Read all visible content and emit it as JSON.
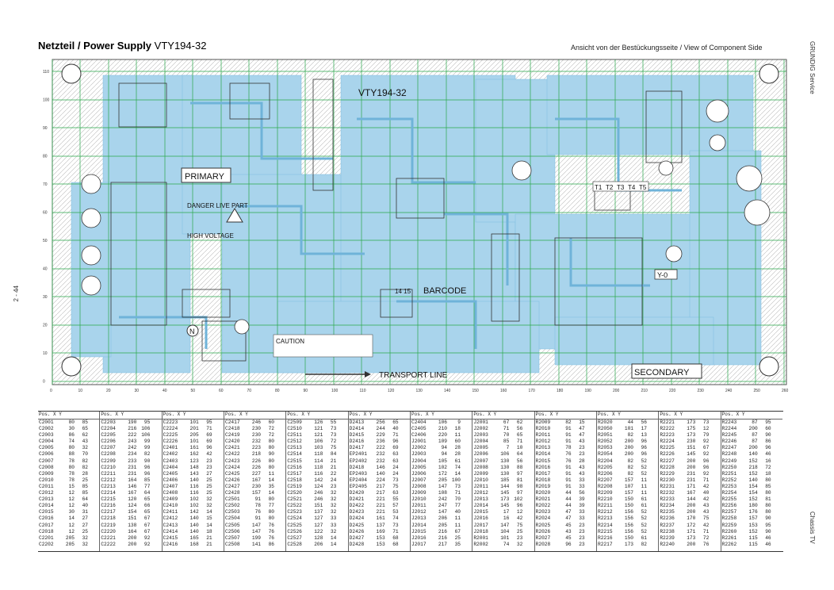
{
  "header": {
    "title_bold": "Netzteil / Power Supply",
    "title_model": "VTY194-32",
    "view_label": "Ansicht von der Bestückungsseite / View of Component Side",
    "side_top": "GRUNDIG Service",
    "side_bottom": "Chassis TV",
    "page_number": "2 - 44"
  },
  "board": {
    "labels": {
      "model": "VTY194-32",
      "primary": "PRIMARY",
      "secondary": "SECONDARY",
      "barcode": "BARCODE",
      "transport": "TRANSPORT LINE",
      "voltage": "HIGH VOLTAGE",
      "danger": "DANGER LIVE PART",
      "caution": "CAUTION",
      "yo": "Y-0",
      "n": "N",
      "t1": "T1",
      "t2": "T2",
      "t3": "T3",
      "t4": "T4",
      "t5": "T5",
      "code": "14 15"
    },
    "x_ticks": [
      "0",
      "10",
      "20",
      "30",
      "40",
      "50",
      "60",
      "70",
      "80",
      "90",
      "100",
      "110",
      "120",
      "130",
      "140",
      "150",
      "160",
      "170",
      "180",
      "190",
      "200",
      "210",
      "220",
      "230",
      "240",
      "250",
      "260"
    ],
    "y_ticks": [
      "110",
      "100",
      "90",
      "80",
      "70",
      "60",
      "50",
      "40",
      "30",
      "20",
      "10",
      "0"
    ]
  },
  "table": {
    "header": [
      "Pos.",
      "X",
      "Y"
    ],
    "columns": [
      [
        [
          "C2001",
          "80",
          "85"
        ],
        [
          "C2002",
          "30",
          "65"
        ],
        [
          "C2003",
          "86",
          "62"
        ],
        [
          "C2004",
          "74",
          "43"
        ],
        [
          "C2005",
          "80",
          "32"
        ],
        [
          "C2006",
          "88",
          "70"
        ],
        [
          "C2007",
          "78",
          "82"
        ],
        [
          "C2008",
          "80",
          "82"
        ],
        [
          "C2009",
          "78",
          "28"
        ],
        [
          "C2010",
          "78",
          "25"
        ],
        [
          "C2011",
          "15",
          "85"
        ],
        [
          "C2012",
          "12",
          "85"
        ],
        [
          "C2013",
          "12",
          "64"
        ],
        [
          "C2014",
          "12",
          "40"
        ],
        [
          "C2015",
          "30",
          "31"
        ],
        [
          "C2016",
          "14",
          "27"
        ],
        [
          "C2017",
          "12",
          "27"
        ],
        [
          "C2018",
          "12",
          "25"
        ],
        [
          "C2201",
          "205",
          "32"
        ],
        [
          "C2202",
          "205",
          "32"
        ]
      ],
      [
        [
          "C2203",
          "190",
          "95"
        ],
        [
          "C2204",
          "216",
          "106"
        ],
        [
          "C2205",
          "222",
          "106"
        ],
        [
          "C2206",
          "243",
          "99"
        ],
        [
          "C2207",
          "242",
          "99"
        ],
        [
          "C2208",
          "234",
          "82"
        ],
        [
          "C2209",
          "233",
          "90"
        ],
        [
          "C2210",
          "231",
          "96"
        ],
        [
          "C2211",
          "231",
          "96"
        ],
        [
          "C2212",
          "164",
          "85"
        ],
        [
          "C2213",
          "146",
          "77"
        ],
        [
          "C2214",
          "167",
          "64"
        ],
        [
          "C2215",
          "120",
          "65"
        ],
        [
          "C2216",
          "124",
          "66"
        ],
        [
          "C2217",
          "154",
          "65"
        ],
        [
          "C2218",
          "151",
          "67"
        ],
        [
          "C2219",
          "138",
          "67"
        ],
        [
          "C2220",
          "164",
          "67"
        ],
        [
          "C2221",
          "200",
          "92"
        ],
        [
          "C2222",
          "200",
          "92"
        ]
      ],
      [
        [
          "C2223",
          "101",
          "95"
        ],
        [
          "C2224",
          "201",
          "71"
        ],
        [
          "C2225",
          "205",
          "69"
        ],
        [
          "C2226",
          "101",
          "69"
        ],
        [
          "C2401",
          "161",
          "96"
        ],
        [
          "C2402",
          "162",
          "42"
        ],
        [
          "C2403",
          "123",
          "23"
        ],
        [
          "C2404",
          "148",
          "23"
        ],
        [
          "C2405",
          "143",
          "27"
        ],
        [
          "C2406",
          "140",
          "25"
        ],
        [
          "C2407",
          "116",
          "25"
        ],
        [
          "C2408",
          "116",
          "25"
        ],
        [
          "C2409",
          "102",
          "32"
        ],
        [
          "C2410",
          "102",
          "32"
        ],
        [
          "C2411",
          "142",
          "14"
        ],
        [
          "C2412",
          "140",
          "15"
        ],
        [
          "C2413",
          "140",
          "14"
        ],
        [
          "C2414",
          "140",
          "18"
        ],
        [
          "C2415",
          "165",
          "21"
        ],
        [
          "C2416",
          "168",
          "21"
        ]
      ],
      [
        [
          "C2417",
          "246",
          "60"
        ],
        [
          "C2418",
          "230",
          "72"
        ],
        [
          "C2419",
          "230",
          "72"
        ],
        [
          "C2420",
          "232",
          "80"
        ],
        [
          "C2421",
          "223",
          "80"
        ],
        [
          "C2422",
          "218",
          "90"
        ],
        [
          "C2423",
          "226",
          "80"
        ],
        [
          "C2424",
          "226",
          "80"
        ],
        [
          "C2425",
          "227",
          "11"
        ],
        [
          "C2426",
          "167",
          "14"
        ],
        [
          "C2427",
          "230",
          "35"
        ],
        [
          "C2428",
          "157",
          "14"
        ],
        [
          "C2501",
          "91",
          "80"
        ],
        [
          "C2502",
          "78",
          "77"
        ],
        [
          "C2503",
          "76",
          "80"
        ],
        [
          "C2504",
          "91",
          "80"
        ],
        [
          "C2505",
          "147",
          "76"
        ],
        [
          "C2506",
          "147",
          "76"
        ],
        [
          "C2507",
          "199",
          "76"
        ],
        [
          "C2508",
          "141",
          "86"
        ]
      ],
      [
        [
          "C2509",
          "126",
          "55"
        ],
        [
          "C2510",
          "121",
          "73"
        ],
        [
          "C2511",
          "121",
          "73"
        ],
        [
          "C2512",
          "106",
          "72"
        ],
        [
          "C2513",
          "103",
          "75"
        ],
        [
          "C2514",
          "118",
          "84"
        ],
        [
          "C2515",
          "114",
          "21"
        ],
        [
          "C2516",
          "118",
          "21"
        ],
        [
          "C2517",
          "116",
          "22"
        ],
        [
          "C2518",
          "142",
          "24"
        ],
        [
          "C2519",
          "124",
          "23"
        ],
        [
          "C2520",
          "246",
          "32"
        ],
        [
          "C2521",
          "246",
          "32"
        ],
        [
          "C2522",
          "151",
          "32"
        ],
        [
          "C2523",
          "137",
          "32"
        ],
        [
          "C2524",
          "127",
          "33"
        ],
        [
          "C2525",
          "127",
          "33"
        ],
        [
          "C2526",
          "122",
          "32"
        ],
        [
          "C2527",
          "128",
          "14"
        ],
        [
          "C2528",
          "206",
          "14"
        ]
      ],
      [
        [
          "D2413",
          "256",
          "65"
        ],
        [
          "D2414",
          "244",
          "40"
        ],
        [
          "D2415",
          "229",
          "71"
        ],
        [
          "D2416",
          "236",
          "96"
        ],
        [
          "D2417",
          "222",
          "69"
        ],
        [
          "EP2401",
          "232",
          "63"
        ],
        [
          "EP2402",
          "232",
          "63"
        ],
        [
          "D2418",
          "146",
          "24"
        ],
        [
          "EP2403",
          "140",
          "24"
        ],
        [
          "EP2404",
          "224",
          "73"
        ],
        [
          "EP2405",
          "217",
          "75"
        ],
        [
          "D2420",
          "217",
          "63"
        ],
        [
          "D2421",
          "221",
          "55"
        ],
        [
          "D2422",
          "221",
          "57"
        ],
        [
          "D2423",
          "221",
          "53"
        ],
        [
          "D2424",
          "161",
          "74"
        ],
        [
          "D2425",
          "137",
          "73"
        ],
        [
          "D2426",
          "169",
          "71"
        ],
        [
          "D2427",
          "153",
          "68"
        ],
        [
          "D2428",
          "153",
          "68"
        ]
      ],
      [
        [
          "C2404",
          "106",
          "9"
        ],
        [
          "C2405",
          "210",
          "18"
        ],
        [
          "C2406",
          "220",
          "11"
        ],
        [
          "J2001",
          "109",
          "60"
        ],
        [
          "J2002",
          "94",
          "28"
        ],
        [
          "J2003",
          "94",
          "28"
        ],
        [
          "J2004",
          "105",
          "61"
        ],
        [
          "J2005",
          "102",
          "74"
        ],
        [
          "J2006",
          "172",
          "14"
        ],
        [
          "J2007",
          "205",
          "100"
        ],
        [
          "J2008",
          "147",
          "73"
        ],
        [
          "J2009",
          "108",
          "71"
        ],
        [
          "J2010",
          "242",
          "70"
        ],
        [
          "J2011",
          "247",
          "77"
        ],
        [
          "J2012",
          "147",
          "40"
        ],
        [
          "J2013",
          "206",
          "11"
        ],
        [
          "J2014",
          "205",
          "11"
        ],
        [
          "J2015",
          "216",
          "67"
        ],
        [
          "J2016",
          "216",
          "25"
        ],
        [
          "J2017",
          "217",
          "35"
        ]
      ],
      [
        [
          "J2001",
          "67",
          "62"
        ],
        [
          "J2002",
          "71",
          "56"
        ],
        [
          "J2003",
          "70",
          "65"
        ],
        [
          "J2004",
          "85",
          "71"
        ],
        [
          "J2005",
          "7",
          "10"
        ],
        [
          "J2006",
          "106",
          "64"
        ],
        [
          "J2007",
          "130",
          "56"
        ],
        [
          "J2008",
          "130",
          "88"
        ],
        [
          "J2009",
          "130",
          "97"
        ],
        [
          "J2010",
          "185",
          "81"
        ],
        [
          "J2011",
          "144",
          "98"
        ],
        [
          "J2012",
          "145",
          "97"
        ],
        [
          "J2013",
          "173",
          "102"
        ],
        [
          "J2014",
          "145",
          "96"
        ],
        [
          "J2015",
          "17",
          "12"
        ],
        [
          "J2016",
          "16",
          "42"
        ],
        [
          "J2017",
          "147",
          "75"
        ],
        [
          "J2018",
          "104",
          "25"
        ],
        [
          "R2001",
          "101",
          "23"
        ],
        [
          "R2002",
          "74",
          "32"
        ]
      ],
      [
        [
          "R2009",
          "82",
          "15"
        ],
        [
          "R2010",
          "91",
          "47"
        ],
        [
          "R2011",
          "91",
          "47"
        ],
        [
          "R2012",
          "91",
          "43"
        ],
        [
          "R2013",
          "78",
          "23"
        ],
        [
          "R2014",
          "76",
          "23"
        ],
        [
          "R2015",
          "76",
          "28"
        ],
        [
          "R2016",
          "91",
          "43"
        ],
        [
          "R2017",
          "91",
          "43"
        ],
        [
          "R2018",
          "91",
          "33"
        ],
        [
          "R2019",
          "91",
          "33"
        ],
        [
          "R2020",
          "44",
          "56"
        ],
        [
          "R2021",
          "44",
          "39"
        ],
        [
          "R2022",
          "44",
          "39"
        ],
        [
          "R2023",
          "47",
          "33"
        ],
        [
          "R2024",
          "47",
          "33"
        ],
        [
          "R2025",
          "45",
          "23"
        ],
        [
          "R2026",
          "43",
          "23"
        ],
        [
          "R2027",
          "45",
          "23"
        ],
        [
          "R2028",
          "96",
          "23"
        ]
      ],
      [
        [
          "R2020",
          "44",
          "56"
        ],
        [
          "R2050",
          "101",
          "17"
        ],
        [
          "R2051",
          "82",
          "13"
        ],
        [
          "R2052",
          "200",
          "96"
        ],
        [
          "R2053",
          "200",
          "96"
        ],
        [
          "R2054",
          "200",
          "96"
        ],
        [
          "R2204",
          "82",
          "52"
        ],
        [
          "R2205",
          "82",
          "52"
        ],
        [
          "R2206",
          "82",
          "52"
        ],
        [
          "R2207",
          "157",
          "11"
        ],
        [
          "R2208",
          "107",
          "11"
        ],
        [
          "R2209",
          "157",
          "11"
        ],
        [
          "R2210",
          "150",
          "61"
        ],
        [
          "R2211",
          "150",
          "61"
        ],
        [
          "R2212",
          "156",
          "52"
        ],
        [
          "R2213",
          "156",
          "52"
        ],
        [
          "R2214",
          "156",
          "52"
        ],
        [
          "R2215",
          "156",
          "52"
        ],
        [
          "R2216",
          "150",
          "61"
        ],
        [
          "R2217",
          "173",
          "82"
        ]
      ],
      [
        [
          "R2221",
          "173",
          "73"
        ],
        [
          "R2222",
          "175",
          "12"
        ],
        [
          "R2223",
          "173",
          "79"
        ],
        [
          "R2224",
          "230",
          "92"
        ],
        [
          "R2225",
          "151",
          "67"
        ],
        [
          "R2226",
          "145",
          "92"
        ],
        [
          "R2227",
          "200",
          "96"
        ],
        [
          "R2228",
          "200",
          "96"
        ],
        [
          "R2229",
          "231",
          "92"
        ],
        [
          "R2230",
          "231",
          "71"
        ],
        [
          "R2231",
          "171",
          "42"
        ],
        [
          "R2232",
          "167",
          "40"
        ],
        [
          "R2233",
          "144",
          "42"
        ],
        [
          "R2234",
          "200",
          "43"
        ],
        [
          "R2235",
          "200",
          "43"
        ],
        [
          "R2236",
          "170",
          "75"
        ],
        [
          "R2237",
          "172",
          "42"
        ],
        [
          "R2238",
          "171",
          "71"
        ],
        [
          "R2239",
          "173",
          "72"
        ],
        [
          "R2240",
          "200",
          "76"
        ]
      ],
      [
        [
          "R2243",
          "87",
          "95"
        ],
        [
          "R2244",
          "200",
          "60"
        ],
        [
          "R2245",
          "87",
          "90"
        ],
        [
          "R2246",
          "87",
          "86"
        ],
        [
          "R2247",
          "200",
          "96"
        ],
        [
          "R2248",
          "140",
          "46"
        ],
        [
          "R2249",
          "152",
          "16"
        ],
        [
          "R2250",
          "218",
          "72"
        ],
        [
          "R2251",
          "152",
          "18"
        ],
        [
          "R2252",
          "140",
          "80"
        ],
        [
          "R2253",
          "154",
          "85"
        ],
        [
          "R2254",
          "154",
          "80"
        ],
        [
          "R2255",
          "152",
          "81"
        ],
        [
          "R2256",
          "180",
          "80"
        ],
        [
          "R2257",
          "176",
          "80"
        ],
        [
          "R2258",
          "157",
          "90"
        ],
        [
          "R2259",
          "153",
          "95"
        ],
        [
          "R2260",
          "152",
          "90"
        ],
        [
          "R2261",
          "115",
          "46"
        ],
        [
          "R2262",
          "115",
          "46"
        ]
      ]
    ]
  }
}
